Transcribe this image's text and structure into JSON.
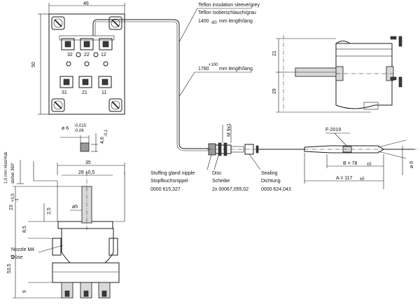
{
  "labels": {
    "teflon_en": "Teflon insulation sleeve/grey",
    "teflon_de": "Teflon Isolierschlauch/grau",
    "length_1400": "1400",
    "length_1400_tol": "-80",
    "length_unit_1400": "mm length/lang",
    "length_1780": "1780",
    "length_1780_tol": "+100",
    "length_unit_1780": "mm length/lang",
    "stuffing_en": "Stuffing gland nipple",
    "stuffing_de": "Stopfbuchsnippel",
    "stuffing_code": "0000 615,327",
    "disc_en": "Disc",
    "disc_de": "Scheibe",
    "disc_code": "2x 00067,055,02",
    "sealing_en": "Sealing",
    "sealing_de": "Dichtung",
    "sealing_code": "0000 624,043",
    "nozzle_en": "Nozzle M4",
    "nozzle_de": "Düse",
    "thread": "M 9x1",
    "capillary_type": "F-2019"
  },
  "terminals": {
    "top_row": [
      "32",
      "22",
      "12"
    ],
    "bottom_row": [
      "31",
      "21",
      "11"
    ]
  },
  "dimensions": {
    "top_width": "46",
    "top_height": "50",
    "side_upper": "21",
    "side_lower": "29",
    "shaft_dia": "ø 6",
    "shaft_tol_top": "-0,015",
    "shaft_tol_bot": "-0,06",
    "flat": "4,6",
    "flat_tol": "-0,1",
    "front_width": "35",
    "front_inner": "28 ±0,5",
    "front_hole": "ø5",
    "front_25": "2,5",
    "front_85": "8,5",
    "front_23": "23",
    "front_23_tol": "+0,5",
    "front_23_tol2": "-1",
    "front_535": "53,5",
    "front_535_tol": "±2",
    "front_9": "9",
    "stroke_en": "1,0 mm Hub/Hub",
    "rotation": "ab/bei 360°",
    "bulb_b": "B = 78",
    "bulb_b_tol": "±5",
    "bulb_a": "A = 117",
    "bulb_a_tol": "±5",
    "bulb_dia": "ø 6"
  }
}
